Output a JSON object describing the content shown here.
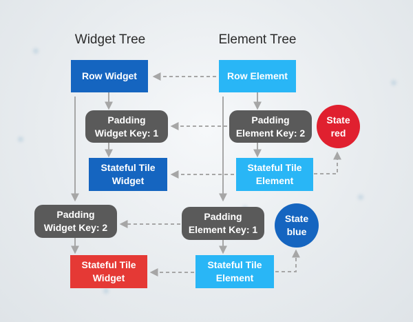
{
  "titles": {
    "widget_tree": "Widget Tree",
    "element_tree": "Element Tree"
  },
  "widgets": {
    "row": "Row Widget",
    "padding1": "Padding\nWidget Key: 1",
    "tile1": "Stateful Tile\nWidget",
    "padding2": "Padding\nWidget Key: 2",
    "tile2": "Stateful Tile\nWidget"
  },
  "elements": {
    "row": "Row Element",
    "padding2": "Padding\nElement Key: 2",
    "tile_a": "Stateful Tile\nElement",
    "padding1": "Padding\nElement Key: 1",
    "tile_b": "Stateful Tile\nElement"
  },
  "states": {
    "red": "State\nred",
    "blue": "State\nblue"
  },
  "colors": {
    "widget_blue": "#1565c0",
    "element_cyan": "#29b6f6",
    "padding_gray": "#5a5a5a",
    "state_red": "#e0202f",
    "state_blue": "#1565c0",
    "tile_red": "#e53935",
    "arrow_gray": "#a6a6a6"
  }
}
